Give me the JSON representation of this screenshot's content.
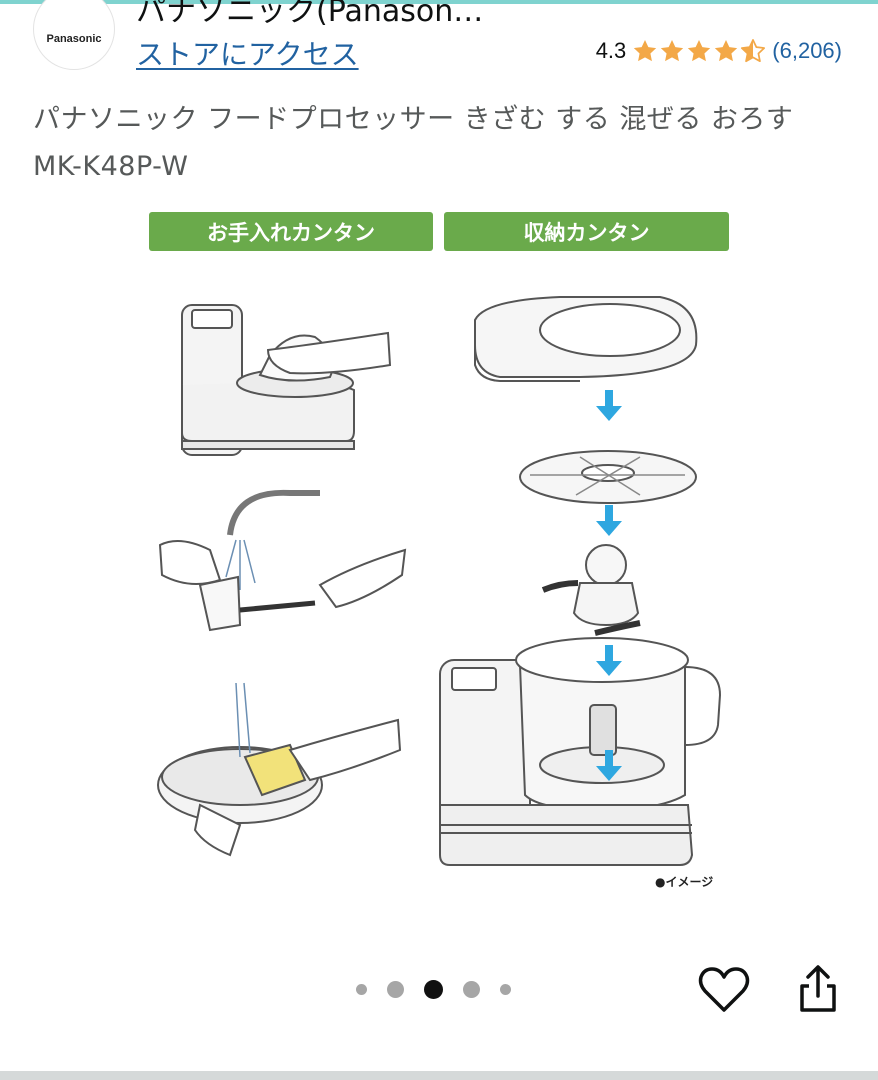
{
  "header": {
    "brand_logo_text": "Panasonic",
    "store_name": "パナソニック(Panason…",
    "store_link": "ストアにアクセス",
    "rating_value": "4.3",
    "rating_fraction": 0.86,
    "rating_count": "(6,206)"
  },
  "product": {
    "title": "パナソニック フードプロセッサー きざむ する 混ぜる おろす MK-K48P-W"
  },
  "image": {
    "badge_care": "お手入れカンタン",
    "badge_storage": "収納カンタン",
    "note": "●イメージ"
  },
  "carousel": {
    "total": 5,
    "active_index": 2
  },
  "icons": {
    "star": "star-icon",
    "heart": "heart-icon",
    "share": "share-icon"
  },
  "colors": {
    "accent": "#7fd3cf",
    "link": "#2162a1",
    "star": "#f3a847",
    "badge": "#6aaa4b",
    "arrow": "#2ea7e0"
  }
}
